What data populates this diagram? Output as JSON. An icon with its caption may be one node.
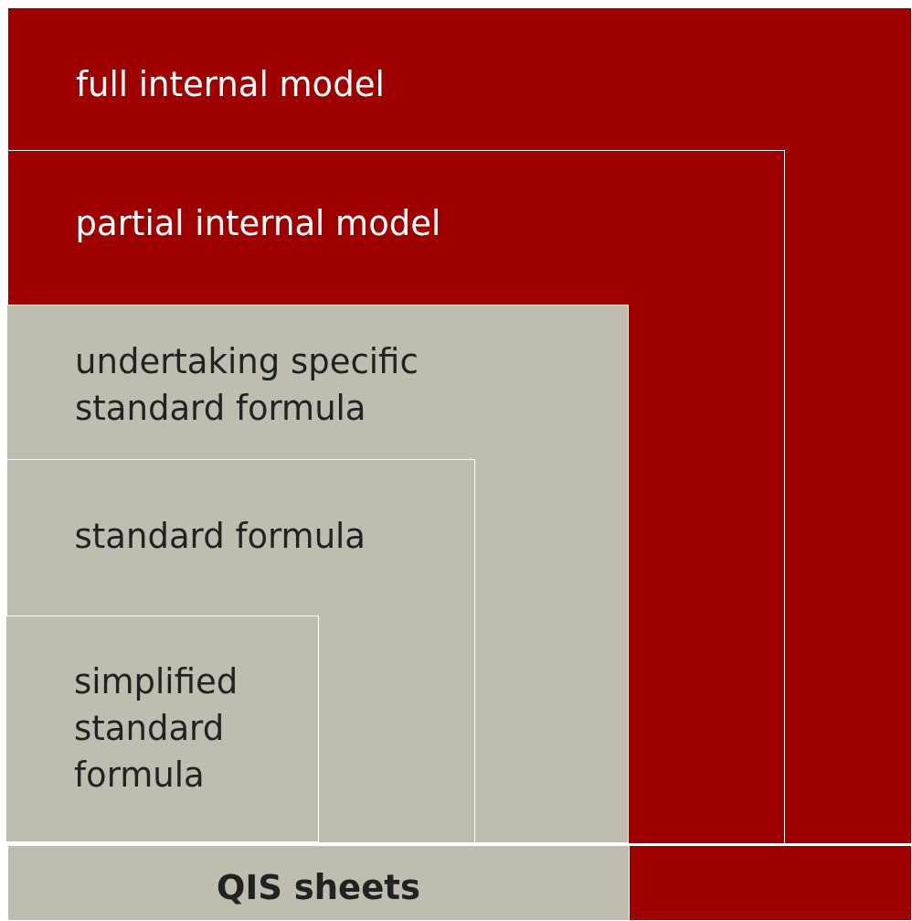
{
  "diagram": {
    "nodes": [
      {
        "text": [
          "full internal model"
        ]
      },
      {
        "text": [
          "partial internal model"
        ],
        "in": 0
      },
      {
        "text": [
          "undertaking specific standard formula"
        ],
        "in": 1
      },
      {
        "text": [
          "standard formula"
        ],
        "in": 2
      },
      {
        "text": [
          "simplified standard formula"
        ],
        "in": 3
      },
      {
        "text": [
          "QIS sheets"
        ]
      },
      {
        "text": [],
        "shape": "box"
      }
    ]
  }
}
